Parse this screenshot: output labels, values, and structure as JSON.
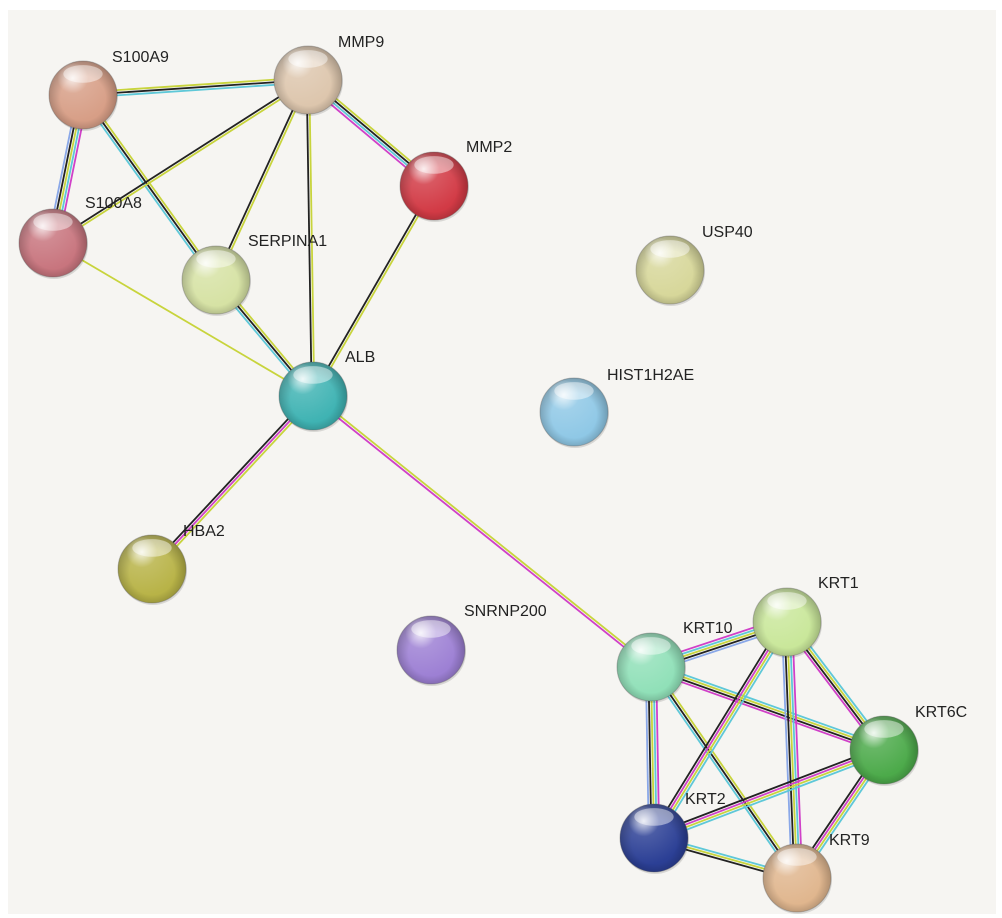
{
  "network": {
    "nodes": [
      {
        "id": "S100A9",
        "label": "S100A9",
        "color": "#d79e86"
      },
      {
        "id": "MMP9",
        "label": "MMP9",
        "color": "#ddc6ad"
      },
      {
        "id": "MMP2",
        "label": "MMP2",
        "color": "#d23a45"
      },
      {
        "id": "S100A8",
        "label": "S100A8",
        "color": "#c8757e"
      },
      {
        "id": "SERPINA1",
        "label": "SERPINA1",
        "color": "#d6e2a4"
      },
      {
        "id": "USP40",
        "label": "USP40",
        "color": "#d7d79a"
      },
      {
        "id": "ALB",
        "label": "ALB",
        "color": "#3fb3b3"
      },
      {
        "id": "HIST1H2AE",
        "label": "HIST1H2AE",
        "color": "#8fc8e6"
      },
      {
        "id": "HBA2",
        "label": "HBA2",
        "color": "#b8b347"
      },
      {
        "id": "SNRNP200",
        "label": "SNRNP200",
        "color": "#9d80d4"
      },
      {
        "id": "KRT10",
        "label": "KRT10",
        "color": "#90e0b8"
      },
      {
        "id": "KRT1",
        "label": "KRT1",
        "color": "#c9e79a"
      },
      {
        "id": "KRT6C",
        "label": "KRT6C",
        "color": "#4caa4a"
      },
      {
        "id": "KRT2",
        "label": "KRT2",
        "color": "#2b3f95"
      },
      {
        "id": "KRT9",
        "label": "KRT9",
        "color": "#e0b68e"
      }
    ],
    "edges": [
      {
        "source": "S100A9",
        "target": "MMP9",
        "evidence": [
          "text",
          "coex",
          "db"
        ]
      },
      {
        "source": "S100A9",
        "target": "S100A8",
        "evidence": [
          "exp",
          "db",
          "text",
          "coex",
          "hom"
        ]
      },
      {
        "source": "S100A9",
        "target": "SERPINA1",
        "evidence": [
          "text",
          "coex",
          "db"
        ]
      },
      {
        "source": "MMP9",
        "target": "MMP2",
        "evidence": [
          "text",
          "coex",
          "db",
          "exp"
        ]
      },
      {
        "source": "MMP9",
        "target": "S100A8",
        "evidence": [
          "text",
          "coex"
        ]
      },
      {
        "source": "MMP9",
        "target": "SERPINA1",
        "evidence": [
          "text",
          "coex"
        ]
      },
      {
        "source": "MMP9",
        "target": "ALB",
        "evidence": [
          "text",
          "coex"
        ]
      },
      {
        "source": "MMP2",
        "target": "ALB",
        "evidence": [
          "text",
          "coex"
        ]
      },
      {
        "source": "S100A8",
        "target": "ALB",
        "evidence": [
          "text"
        ]
      },
      {
        "source": "SERPINA1",
        "target": "ALB",
        "evidence": [
          "text",
          "coex",
          "db"
        ]
      },
      {
        "source": "ALB",
        "target": "HBA2",
        "evidence": [
          "text",
          "exp",
          "coex"
        ]
      },
      {
        "source": "ALB",
        "target": "KRT10",
        "evidence": [
          "text",
          "exp"
        ]
      },
      {
        "source": "KRT10",
        "target": "KRT1",
        "evidence": [
          "exp",
          "db",
          "text",
          "coex",
          "hom"
        ]
      },
      {
        "source": "KRT10",
        "target": "KRT6C",
        "evidence": [
          "db",
          "text",
          "coex",
          "exp"
        ]
      },
      {
        "source": "KRT10",
        "target": "KRT2",
        "evidence": [
          "exp",
          "db",
          "text",
          "coex",
          "hom"
        ]
      },
      {
        "source": "KRT10",
        "target": "KRT9",
        "evidence": [
          "text",
          "coex",
          "db"
        ]
      },
      {
        "source": "KRT1",
        "target": "KRT6C",
        "evidence": [
          "db",
          "text",
          "coex",
          "exp"
        ]
      },
      {
        "source": "KRT1",
        "target": "KRT2",
        "evidence": [
          "db",
          "text",
          "exp",
          "coex"
        ]
      },
      {
        "source": "KRT1",
        "target": "KRT9",
        "evidence": [
          "exp",
          "db",
          "text",
          "coex",
          "hom"
        ]
      },
      {
        "source": "KRT6C",
        "target": "KRT2",
        "evidence": [
          "db",
          "text",
          "exp",
          "coex"
        ]
      },
      {
        "source": "KRT6C",
        "target": "KRT9",
        "evidence": [
          "db",
          "text",
          "exp",
          "coex"
        ]
      },
      {
        "source": "KRT2",
        "target": "KRT9",
        "evidence": [
          "db",
          "text",
          "coex"
        ]
      }
    ]
  },
  "evidence_colors": {
    "text": "#c8d43c",
    "coex": "#222222",
    "db": "#5ec8d8",
    "exp": "#d040c8",
    "hom": "#8aa8e8"
  }
}
